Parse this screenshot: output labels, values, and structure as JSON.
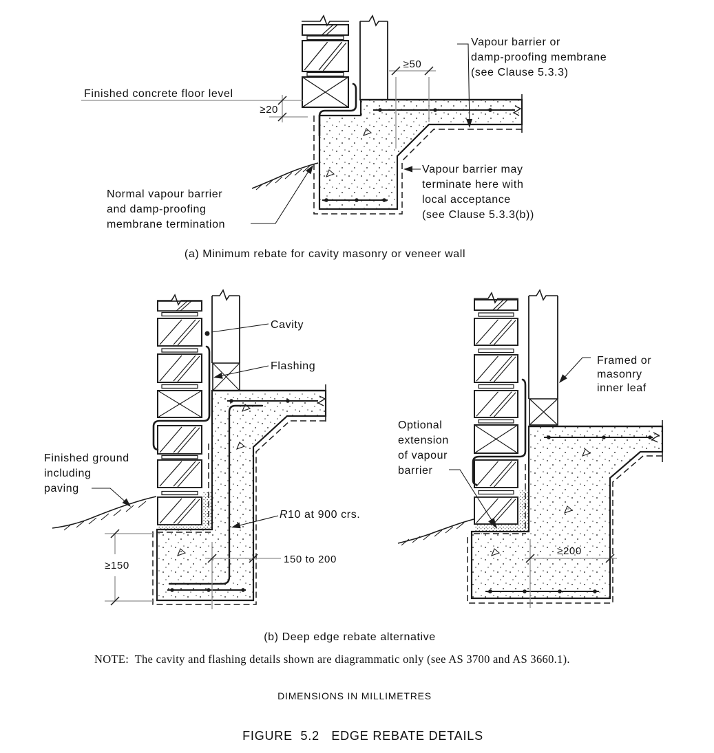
{
  "colors": {
    "line": "#1c1c1c",
    "construction": "#8f8f8f",
    "text": "#111111",
    "background": "#ffffff"
  },
  "figure": {
    "note": "NOTE:  The cavity and flashing details shown are diagrammatic only (see AS 3700 and AS 3660.1).",
    "dimensions_note": "DIMENSIONS IN MILLIMETRES",
    "caption": "FIGURE  5.2   EDGE REBATE DETAILS"
  },
  "diagram_a": {
    "caption": "(a) Minimum rebate for cavity masonry or veneer wall",
    "labels": {
      "floor_level": "Finished concrete floor level",
      "vapour_barrier": [
        "Vapour barrier or",
        "damp-proofing membrane",
        "(see Clause 5.3.3)"
      ],
      "termination": [
        "Vapour barrier may",
        "terminate here with",
        "local acceptance",
        "(see Clause 5.3.3(b))"
      ],
      "normal_barrier": [
        "Normal vapour barrier",
        "and damp-proofing",
        "membrane termination"
      ]
    },
    "dimensions": {
      "rebate_depth": "≥20",
      "bearing": "≥50"
    }
  },
  "diagram_b": {
    "caption": "(b) Deep edge rebate alternative",
    "left": {
      "labels": {
        "cavity": "Cavity",
        "flashing": "Flashing",
        "ground": [
          "Finished ground",
          "including",
          "paving"
        ],
        "bar_prefix": "R",
        "bar_rest": "10 at 900 crs."
      },
      "dimensions": {
        "depth": "≥150",
        "width": "150 to 200"
      }
    },
    "right": {
      "labels": {
        "inner_leaf": [
          "Framed or",
          "masonry",
          "inner leaf"
        ],
        "optional": [
          "Optional",
          "extension",
          "of vapour",
          "barrier"
        ]
      },
      "dimensions": {
        "width": "≥200"
      }
    }
  }
}
